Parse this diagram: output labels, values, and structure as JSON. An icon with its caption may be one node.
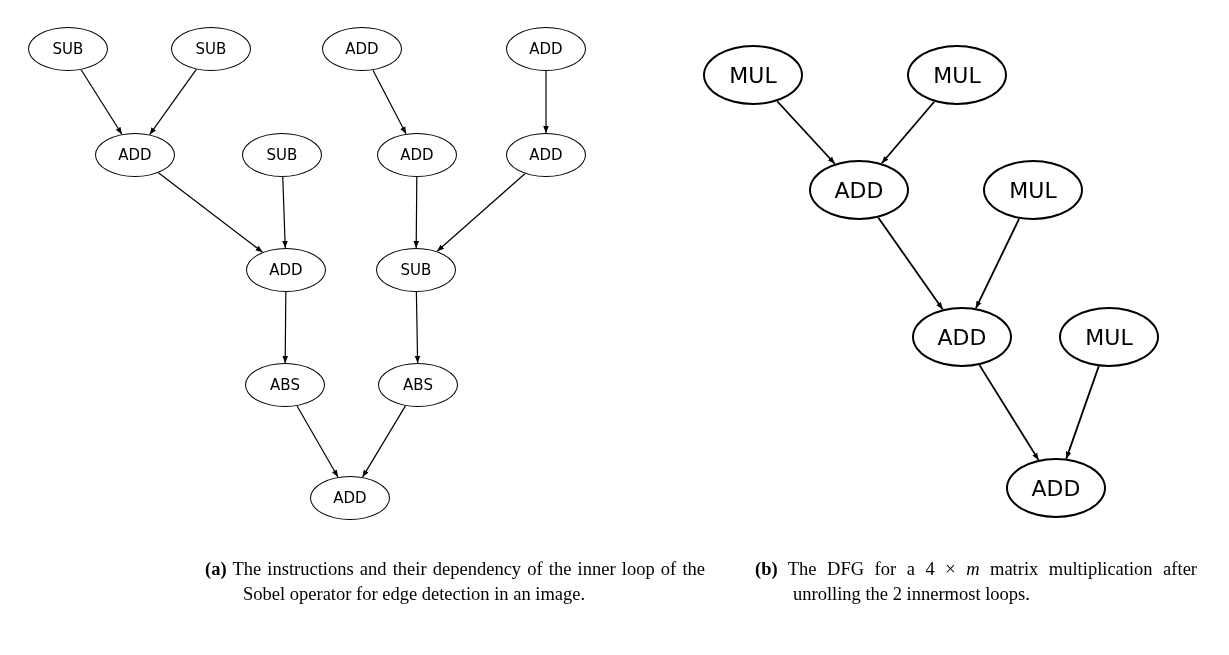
{
  "diagram": {
    "nodes": [
      {
        "text": [
          "SUB"
        ]
      },
      {
        "text": [
          "SUB"
        ]
      },
      {
        "text": [
          "ADD"
        ]
      },
      {
        "text": [
          "ADD"
        ]
      },
      {
        "text": [
          "ADD"
        ]
      },
      {
        "text": [
          "SUB"
        ]
      },
      {
        "text": [
          "ADD"
        ]
      },
      {
        "text": [
          "ADD"
        ]
      },
      {
        "text": [
          "ADD"
        ]
      },
      {
        "text": [
          "SUB"
        ]
      },
      {
        "text": [
          "ABS"
        ]
      },
      {
        "text": [
          "ABS"
        ]
      },
      {
        "text": [
          "ADD"
        ]
      },
      {
        "text": [
          "MUL"
        ]
      },
      {
        "text": [
          "MUL"
        ]
      },
      {
        "text": [
          "ADD"
        ]
      },
      {
        "text": [
          "MUL"
        ]
      },
      {
        "text": [
          "ADD"
        ]
      },
      {
        "text": [
          "MUL"
        ]
      },
      {
        "text": [
          "ADD"
        ]
      }
    ],
    "edges": [
      {
        "from": 0,
        "to": 4,
        "arrow": "to"
      },
      {
        "from": 1,
        "to": 4,
        "arrow": "to"
      },
      {
        "from": 2,
        "to": 6,
        "arrow": "to"
      },
      {
        "from": 3,
        "to": 7,
        "arrow": "to"
      },
      {
        "from": 4,
        "to": 8,
        "arrow": "to"
      },
      {
        "from": 5,
        "to": 8,
        "arrow": "to"
      },
      {
        "from": 6,
        "to": 9,
        "arrow": "to"
      },
      {
        "from": 7,
        "to": 9,
        "arrow": "to"
      },
      {
        "from": 8,
        "to": 10,
        "arrow": "to"
      },
      {
        "from": 9,
        "to": 11,
        "arrow": "to"
      },
      {
        "from": 10,
        "to": 12,
        "arrow": "to"
      },
      {
        "from": 11,
        "to": 12,
        "arrow": "to"
      },
      {
        "from": 13,
        "to": 15,
        "arrow": "to"
      },
      {
        "from": 14,
        "to": 15,
        "arrow": "to"
      },
      {
        "from": 15,
        "to": 17,
        "arrow": "to"
      },
      {
        "from": 16,
        "to": 17,
        "arrow": "to"
      },
      {
        "from": 17,
        "to": 19,
        "arrow": "to"
      },
      {
        "from": 18,
        "to": 19,
        "arrow": "to"
      }
    ],
    "labels": [
      "**(a)** The instructions and their dependency of the inner loop of the Sobel operator for edge detection in an image.",
      "**(b)** The DFG for a 4 × *m* matrix multiplication after unrolling the 2 innermost loops."
    ]
  }
}
